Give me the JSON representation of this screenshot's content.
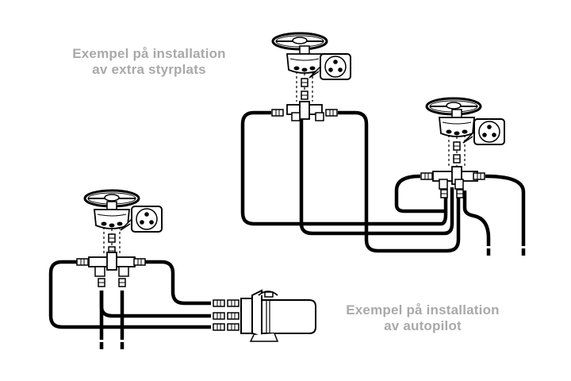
{
  "captions": {
    "extra_station": {
      "line1": "Exempel på installation",
      "line2": "av extra styrplats"
    },
    "autopilot": {
      "line1": "Exempel på installation",
      "line2": "av autopilot"
    }
  },
  "colors": {
    "caption": "#a9a9a9",
    "line": "#000000",
    "background": "#ffffff"
  },
  "icons": [
    "steering-wheel-icon",
    "helm-pump-icon",
    "three-port-connector-icon",
    "autopilot-pump-icon",
    "tee-fitting-icon"
  ]
}
